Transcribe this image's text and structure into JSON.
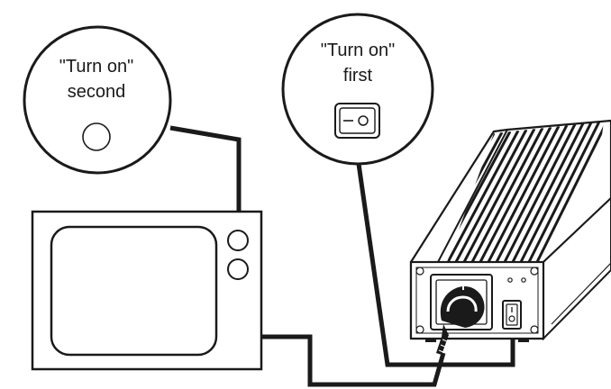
{
  "callouts": {
    "tv_power": {
      "line1": "\"Turn on\"",
      "line2": "second"
    },
    "inverter_switch": {
      "line1": "\"Turn on\"",
      "line2": "first"
    }
  },
  "colors": {
    "stroke": "#1a1a1a",
    "background": "#ffffff"
  }
}
